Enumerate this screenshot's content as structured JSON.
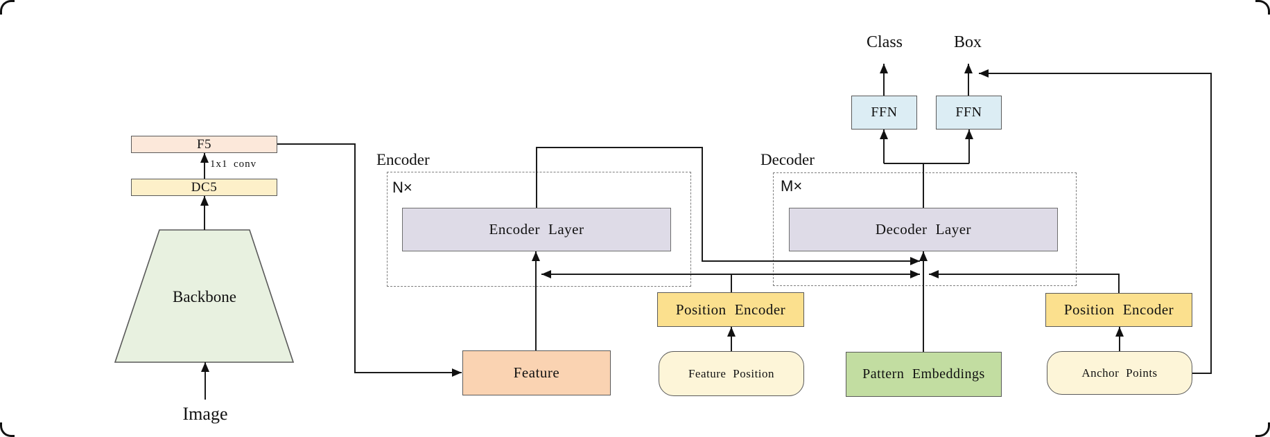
{
  "pipeline": {
    "image": "Image",
    "backbone": "Backbone",
    "dc5": "DC5",
    "conv": "1x1 conv",
    "f5": "F5"
  },
  "encoder": {
    "title": "Encoder",
    "multiplier": "N×",
    "layer": "Encoder Layer"
  },
  "decoder": {
    "title": "Decoder",
    "multiplier": "M×",
    "layer": "Decoder Layer"
  },
  "heads": {
    "class_output": "Class",
    "box_output": "Box",
    "ffn_class": "FFN",
    "ffn_box": "FFN"
  },
  "inputs": {
    "feature": "Feature",
    "feature_position": "Feature Position",
    "position_encoder_feature": "Position Encoder",
    "pattern_embeddings": "Pattern Embeddings",
    "anchor_points": "Anchor Points",
    "position_encoder_anchor": "Position Encoder"
  },
  "colors": {
    "f5_fill": "#fce8da",
    "dc5_fill": "#fdf0c9",
    "backbone_fill": "#e8f1e0",
    "layer_fill": "#dedbe7",
    "ffn_fill": "#dcedf4",
    "feature_fill": "#fad3b2",
    "position_encoder_fill": "#fbe08e",
    "rounded_input_fill": "#fdf5d8",
    "pattern_embeddings_fill": "#c2dda1",
    "wire": "#1a1a1a",
    "dashed_border": "#7c7c7c"
  }
}
